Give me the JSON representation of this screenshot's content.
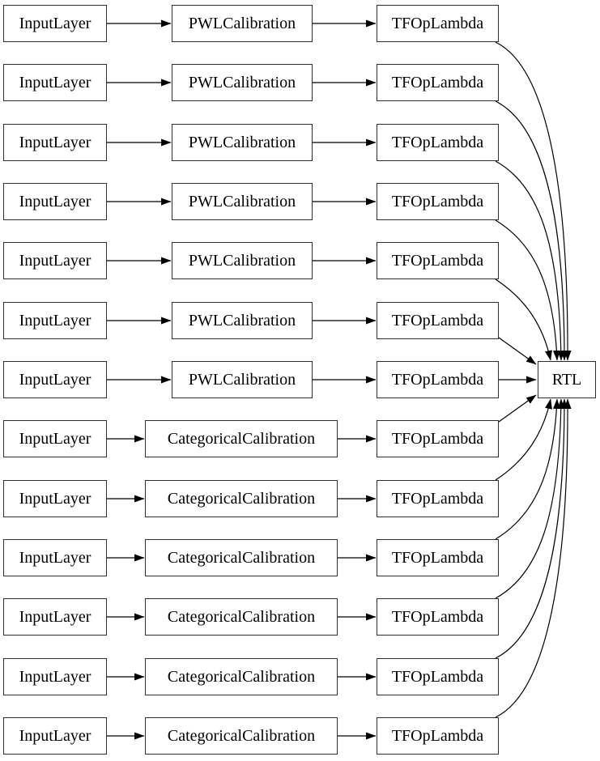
{
  "diagram": {
    "title": "keras-lattice-model-graph",
    "colors": {
      "background": "#ffffff",
      "node_fill": "#ffffff",
      "node_border": "#2e2e2e",
      "edge_stroke": "#000000",
      "text": "#000000"
    },
    "rows": [
      {
        "input": "InputLayer",
        "calibration": "PWLCalibration",
        "lambda": "TFOpLambda"
      },
      {
        "input": "InputLayer",
        "calibration": "PWLCalibration",
        "lambda": "TFOpLambda"
      },
      {
        "input": "InputLayer",
        "calibration": "PWLCalibration",
        "lambda": "TFOpLambda"
      },
      {
        "input": "InputLayer",
        "calibration": "PWLCalibration",
        "lambda": "TFOpLambda"
      },
      {
        "input": "InputLayer",
        "calibration": "PWLCalibration",
        "lambda": "TFOpLambda"
      },
      {
        "input": "InputLayer",
        "calibration": "PWLCalibration",
        "lambda": "TFOpLambda"
      },
      {
        "input": "InputLayer",
        "calibration": "PWLCalibration",
        "lambda": "TFOpLambda"
      },
      {
        "input": "InputLayer",
        "calibration": "CategoricalCalibration",
        "lambda": "TFOpLambda"
      },
      {
        "input": "InputLayer",
        "calibration": "CategoricalCalibration",
        "lambda": "TFOpLambda"
      },
      {
        "input": "InputLayer",
        "calibration": "CategoricalCalibration",
        "lambda": "TFOpLambda"
      },
      {
        "input": "InputLayer",
        "calibration": "CategoricalCalibration",
        "lambda": "TFOpLambda"
      },
      {
        "input": "InputLayer",
        "calibration": "CategoricalCalibration",
        "lambda": "TFOpLambda"
      },
      {
        "input": "InputLayer",
        "calibration": "CategoricalCalibration",
        "lambda": "TFOpLambda"
      }
    ],
    "sink": {
      "label": "RTL"
    }
  }
}
